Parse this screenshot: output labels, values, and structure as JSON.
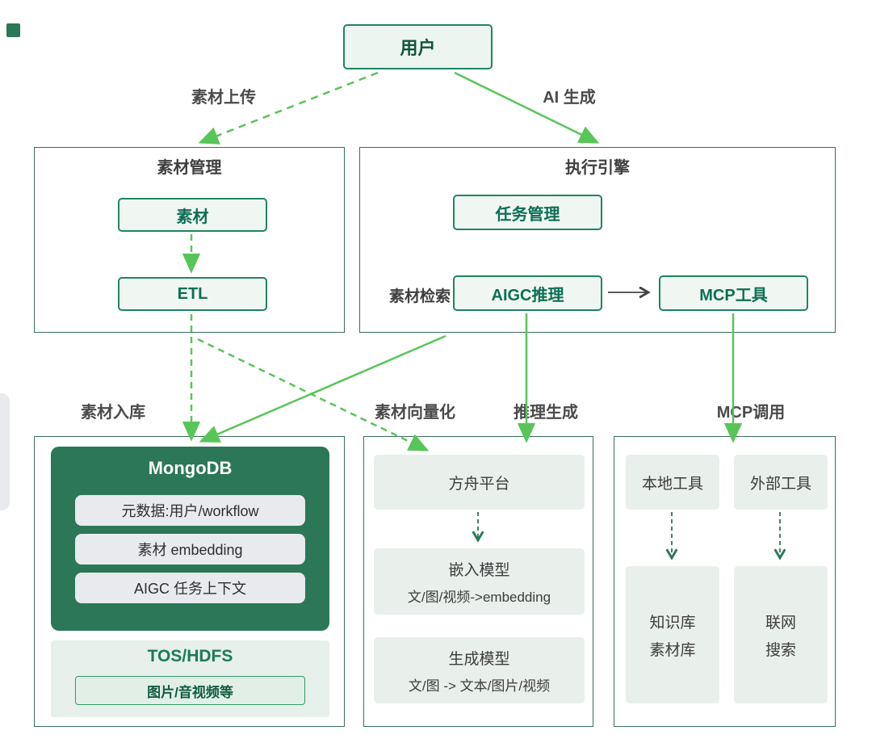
{
  "colors": {
    "arrow_green": "#58c558",
    "dark_green_border": "#1e8563",
    "panel_border": "#3a6f5b",
    "mongodb_fill": "#2b7757",
    "light_mint_fill": "#f0f7f2",
    "flat_fill": "#e9efeb",
    "gray_item_fill": "#e8eaee"
  },
  "top": {
    "user": "用户"
  },
  "edge_labels": {
    "upload": "素材上传",
    "ai_generate": "AI 生成",
    "store": "素材入库",
    "vectorize": "素材向量化",
    "inference": "推理生成",
    "mcp_call": "MCP调用"
  },
  "material_mgmt": {
    "title": "素材管理",
    "material": "素材",
    "etl": "ETL"
  },
  "engine": {
    "title": "执行引擎",
    "task_mgmt": "任务管理",
    "retrieval_label": "素材检索",
    "aigc": "AIGC推理",
    "mcp_tools": "MCP工具"
  },
  "storage": {
    "mongodb_title": "MongoDB",
    "items": [
      "元数据:用户/workflow",
      "素材 embedding",
      "AIGC 任务上下文"
    ],
    "tos_title": "TOS/HDFS",
    "tos_item": "图片/音视频等"
  },
  "ark": {
    "platform": "方舟平台",
    "embed_model": [
      "嵌入模型",
      "文/图/视频->embedding"
    ],
    "gen_model": [
      "生成模型",
      "文/图 -> 文本/图片/视频"
    ]
  },
  "tools": {
    "local": "本地工具",
    "external": "外部工具",
    "kb": [
      "知识库",
      "素材库"
    ],
    "web": [
      "联网",
      "搜索"
    ]
  }
}
